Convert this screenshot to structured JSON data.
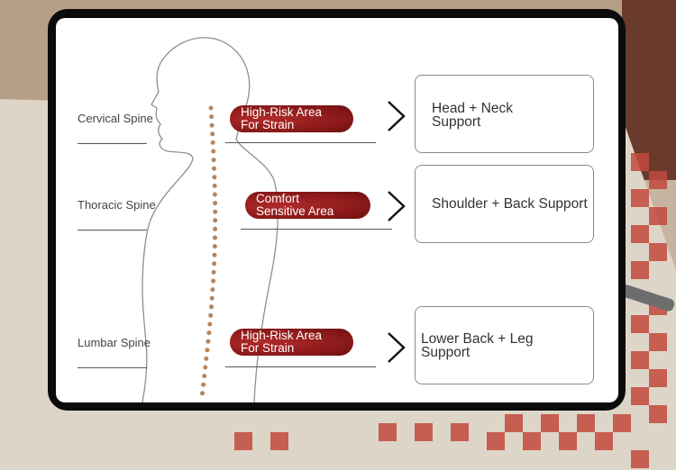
{
  "regions": [
    {
      "label": "Cervical Spine",
      "note_lines": [
        "High-Risk Area",
        "For Strain"
      ],
      "support_lines": [
        "Head + Neck",
        "Support"
      ]
    },
    {
      "label": "Thoracic Spine",
      "note_lines": [
        "Comfort",
        "Sensitive Area"
      ],
      "support_lines": [
        "Shoulder + Back Support"
      ]
    },
    {
      "label": "Lumbar Spine",
      "note_lines": [
        "High-Risk Area",
        "For Strain"
      ],
      "support_lines": [
        "Lower Back + Leg",
        "Support"
      ]
    }
  ],
  "colors": {
    "pill": "#8d1a1a",
    "spine_dots": "#b7855a",
    "outline": "#8f8f8f",
    "frame": "#0b0b0b"
  },
  "icons": [
    "chevron-right-icon"
  ]
}
